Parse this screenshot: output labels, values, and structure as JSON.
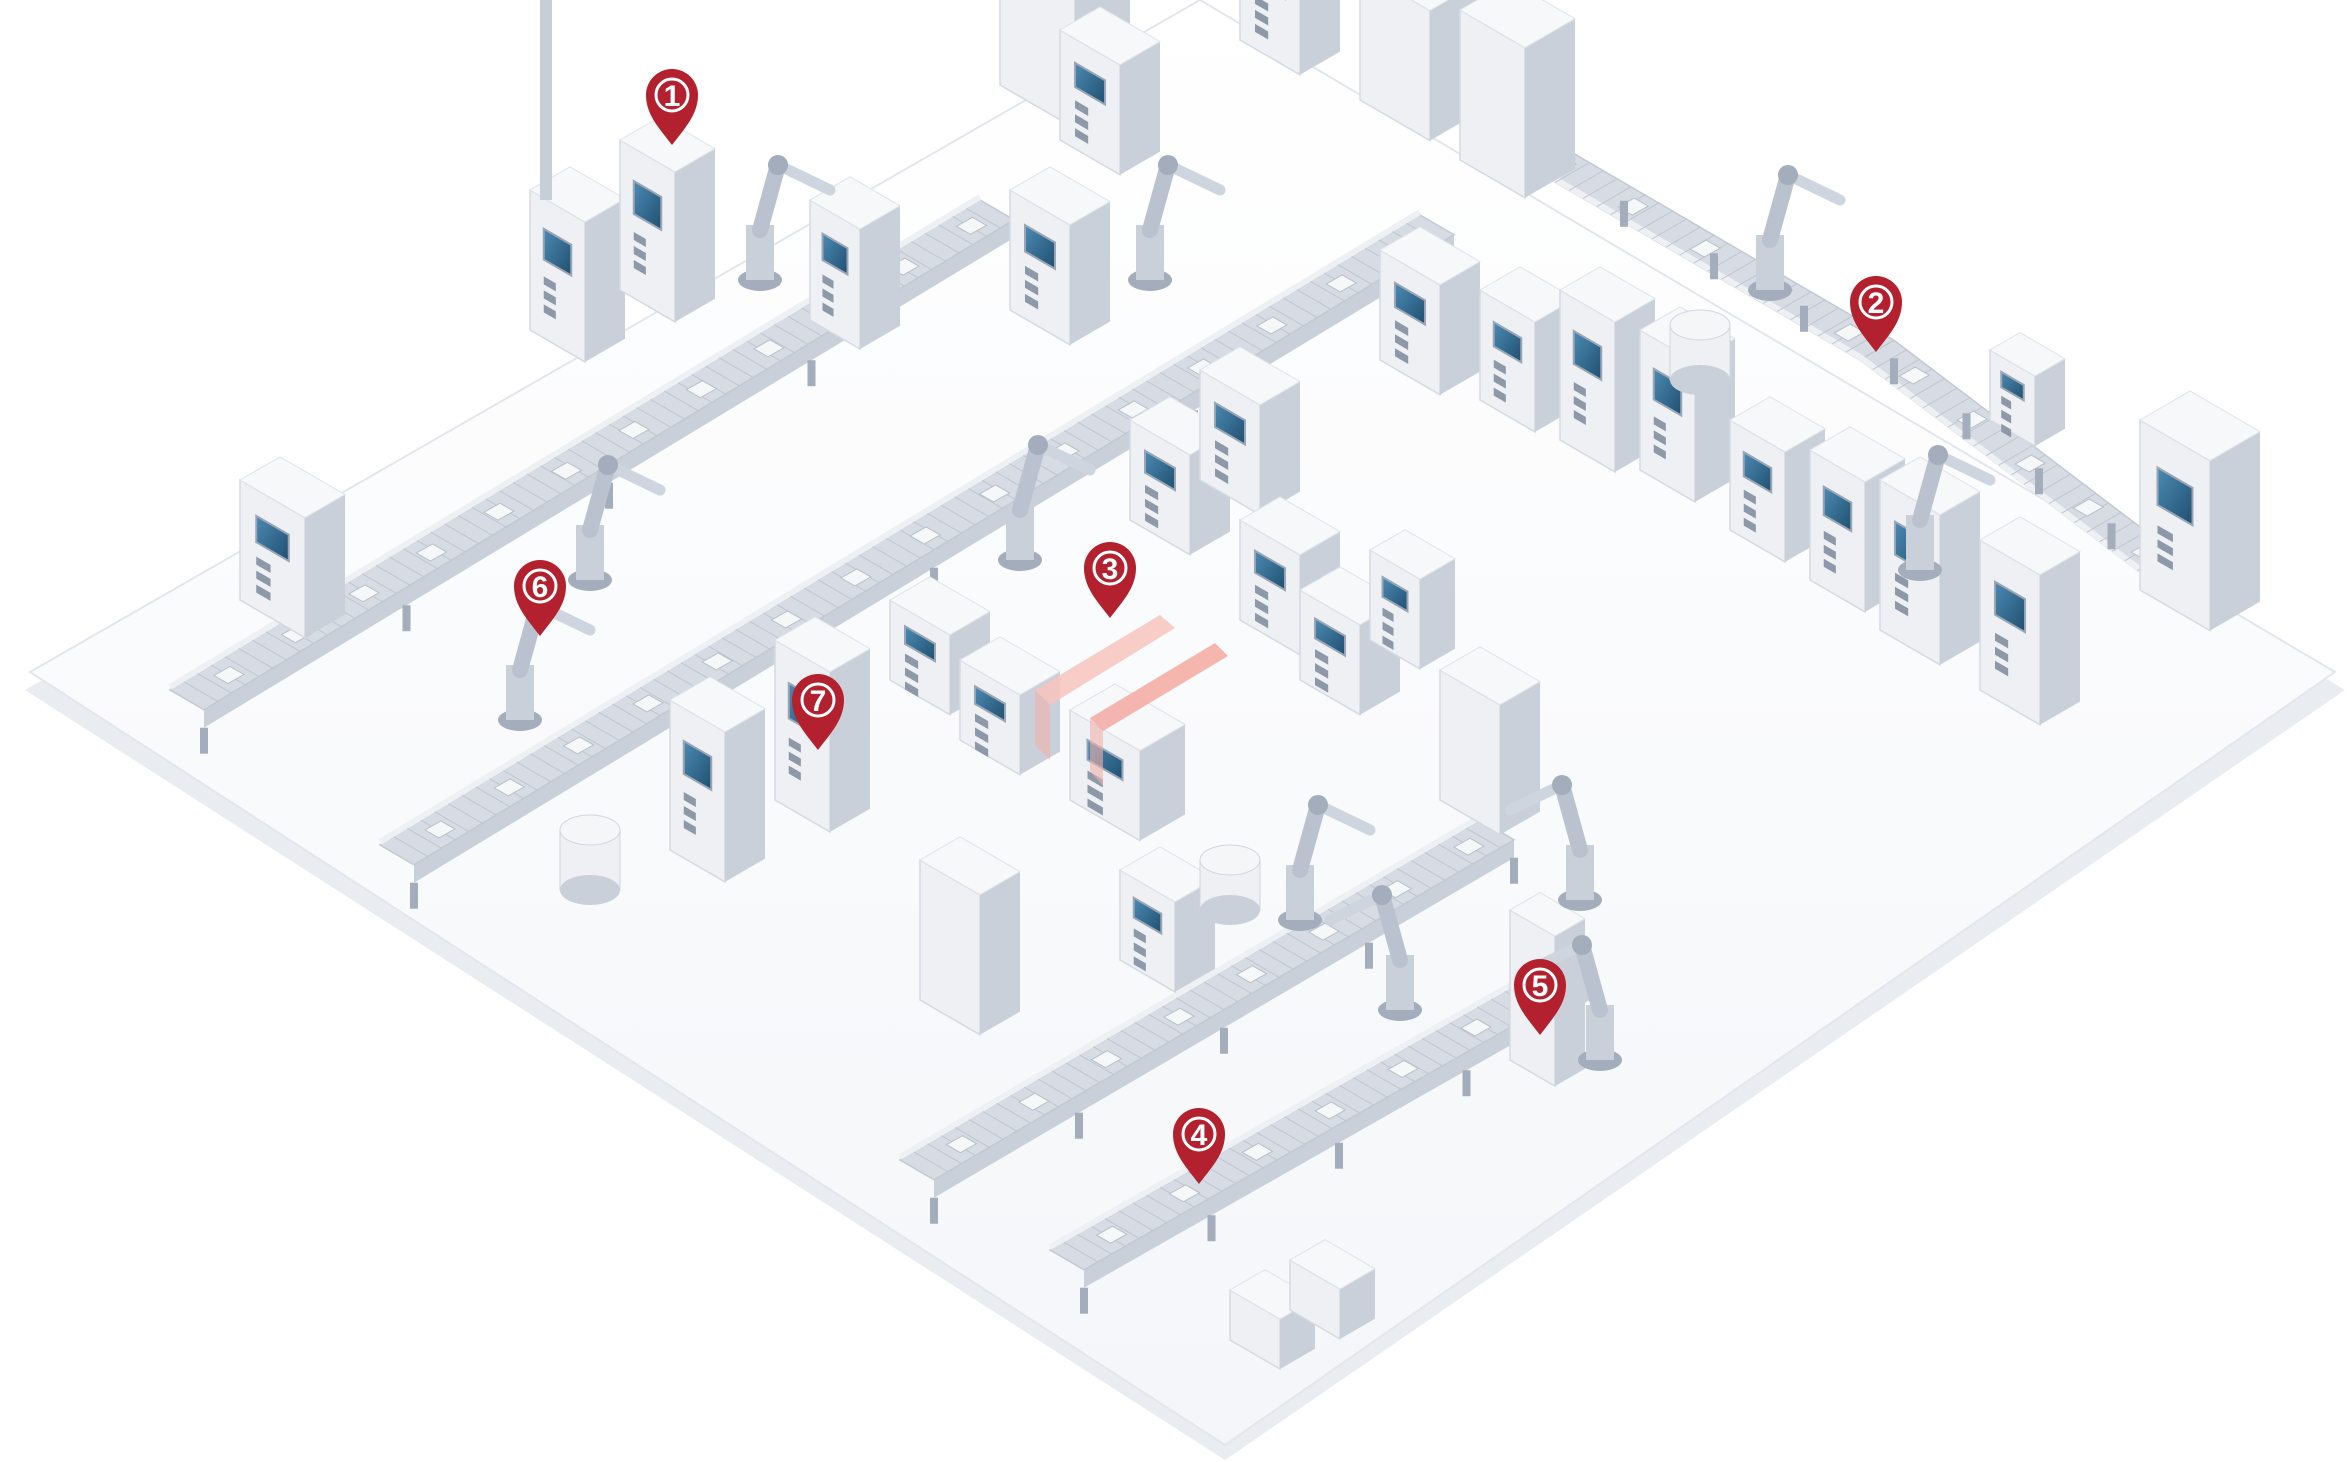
{
  "scene": {
    "colors": {
      "floor": "#ffffff",
      "floor_edge": "#e6e9ee",
      "machine_light": "#eef0f3",
      "machine_mid": "#c9d0d9",
      "machine_dark": "#a3adbb",
      "belt": "#d7dce4",
      "screen": "#2f6d94",
      "marker": "#b3202e",
      "highlight": "#f3a9a2"
    },
    "markers": [
      {
        "id": "1",
        "label": "1"
      },
      {
        "id": "2",
        "label": "2"
      },
      {
        "id": "3",
        "label": "3"
      },
      {
        "id": "4",
        "label": "4"
      },
      {
        "id": "5",
        "label": "5"
      },
      {
        "id": "6",
        "label": "6"
      },
      {
        "id": "7",
        "label": "7"
      }
    ]
  }
}
